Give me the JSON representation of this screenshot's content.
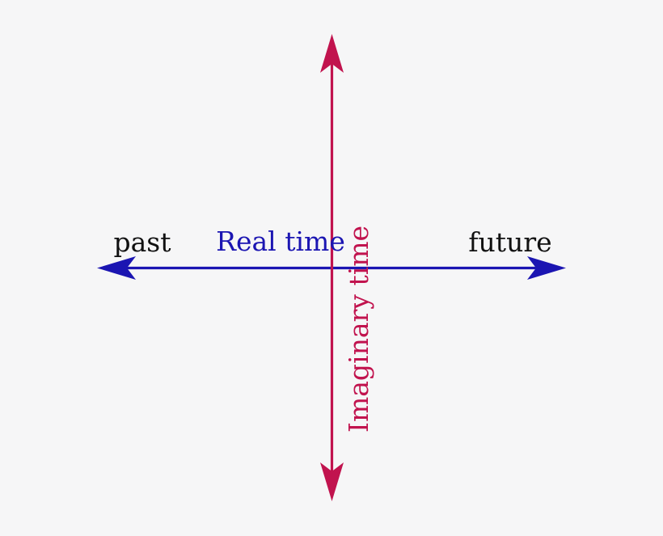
{
  "canvas": {
    "width": "820",
    "height": "663"
  },
  "colors": {
    "background": "#f6f6f7",
    "real_axis": "#1b15b2",
    "imaginary_axis": "#c1134e",
    "endpoint_text": "#111111"
  },
  "labels": {
    "past": "past",
    "future": "future",
    "real_axis": "Real time",
    "imaginary_axis": "Imaginary time"
  }
}
